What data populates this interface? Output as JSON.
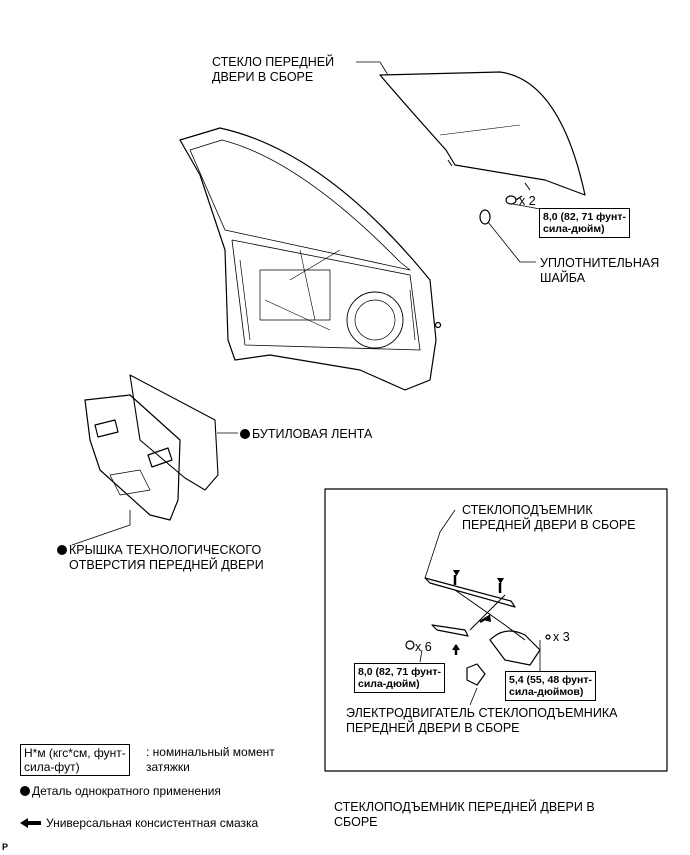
{
  "labels": {
    "front_glass": [
      "СТЕКЛО ПЕРЕДНЕЙ",
      "ДВЕРИ В СБОРЕ"
    ],
    "glass_bolt_qty": "x 2",
    "glass_torque": [
      "8,0 (82, 71 фунт-",
      "сила-дюйм)"
    ],
    "seal_washer": [
      "УПЛОТНИТЕЛЬНАЯ",
      "ШАЙБА"
    ],
    "butyl_tape": "БУТИЛОВАЯ ЛЕНТА",
    "service_hole_cover": [
      "КРЫШКА ТЕХНОЛОГИЧЕСКОГО",
      "ОТВЕРСТИЯ ПЕРЕДНЕЙ ДВЕРИ"
    ],
    "regulator_sub": [
      "СТЕКЛОПОДЪЕМНИК",
      "ПЕРЕДНЕЙ ДВЕРИ В СБОРЕ"
    ],
    "reg_bolt_qty": "x 6",
    "reg_torque": [
      "8,0 (82, 71 фунт-",
      "сила-дюйм)"
    ],
    "motor_bolt_qty": "x 3",
    "motor_torque": [
      "5,4 (55, 48 фунт-",
      "сила-дюймов)"
    ],
    "motor": [
      "ЭЛЕКТРОДВИГАТЕЛЬ СТЕКЛОПОДЪЕМНИКА",
      "ПЕРЕДНЕЙ ДВЕРИ В СБОРЕ"
    ],
    "regulator_assy": [
      "СТЕКЛОПОДЪЕМНИК ПЕРЕДНЕЙ ДВЕРИ В",
      "СБОРЕ"
    ]
  },
  "legend": {
    "torque_unit": [
      "Н*м (кгс*см, фунт-",
      "сила-фут)"
    ],
    "torque_desc": [
      ": номинальный момент",
      "затяжки"
    ],
    "non_reusable": "Деталь однократного применения",
    "grease": "Универсальная консистентная смазка"
  },
  "corner_code": "P"
}
